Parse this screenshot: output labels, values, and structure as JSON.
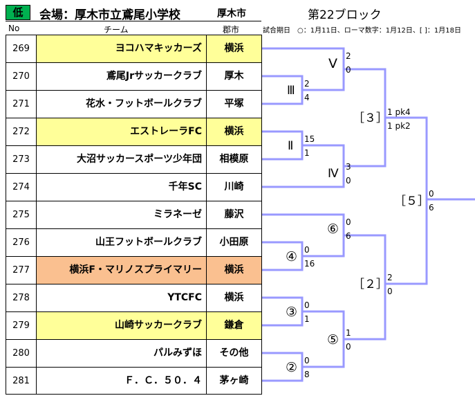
{
  "header": {
    "badge": "低",
    "venue": "会場：厚木市立鳶尾小学校",
    "venue_city": "厚木市",
    "block": "第22ブロック",
    "legend": "試合期日　○：1月11日、ローマ数字：1月12日、[ ]：1月18日"
  },
  "columns": {
    "no": "No",
    "team": "チーム",
    "city": "郡市"
  },
  "teams": [
    {
      "no": "269",
      "name": "ヨコハマキッカーズ",
      "city": "横浜",
      "highlight": "yellow"
    },
    {
      "no": "270",
      "name": "鳶尾Jrサッカークラブ",
      "city": "厚木",
      "highlight": "none"
    },
    {
      "no": "271",
      "name": "花水・フットボールクラブ",
      "city": "平塚",
      "highlight": "none"
    },
    {
      "no": "272",
      "name": "エストレーラFC",
      "city": "横浜",
      "highlight": "yellow"
    },
    {
      "no": "273",
      "name": "大沼サッカースポーツ少年団",
      "city": "相模原",
      "highlight": "none"
    },
    {
      "no": "274",
      "name": "千年SC",
      "city": "川崎",
      "highlight": "none"
    },
    {
      "no": "275",
      "name": "ミラネーゼ",
      "city": "藤沢",
      "highlight": "none"
    },
    {
      "no": "276",
      "name": "山王フットボールクラブ",
      "city": "小田原",
      "highlight": "none"
    },
    {
      "no": "277",
      "name": "横浜F・マリノスプライマリー",
      "city": "横浜",
      "highlight": "orange"
    },
    {
      "no": "278",
      "name": "YTCFC",
      "city": "横浜",
      "highlight": "none"
    },
    {
      "no": "279",
      "name": "山崎サッカークラブ",
      "city": "鎌倉",
      "highlight": "yellow"
    },
    {
      "no": "280",
      "name": "パルみずほ",
      "city": "その他",
      "highlight": "none"
    },
    {
      "no": "281",
      "name": "Ｆ．Ｃ．５０．４",
      "city": "茅ヶ崎",
      "highlight": "none"
    }
  ],
  "matches": {
    "m1": {
      "label": "Ⅲ",
      "top": "2",
      "bottom": "4"
    },
    "m2": {
      "label": "Ⅴ",
      "top": "2",
      "bottom": "0"
    },
    "m3": {
      "label": "Ⅱ",
      "top": "15",
      "bottom": "1"
    },
    "m4": {
      "label": "Ⅳ",
      "top": "3",
      "bottom": "0"
    },
    "m5": {
      "label": "［３］",
      "top": "1 pk4",
      "bottom": "1 pk2"
    },
    "m6": {
      "label": "④",
      "top": "0",
      "bottom": "16"
    },
    "m7": {
      "label": "⑥",
      "top": "0",
      "bottom": "6"
    },
    "m8": {
      "label": "③",
      "top": "0",
      "bottom": "1"
    },
    "m9": {
      "label": "②",
      "top": "0",
      "bottom": "8"
    },
    "m10": {
      "label": "⑤",
      "top": "1",
      "bottom": "0"
    },
    "m11": {
      "label": "［２］",
      "top": "2",
      "bottom": "0"
    },
    "m12": {
      "label": "［５］",
      "top": "0",
      "bottom": "6"
    }
  },
  "colors": {
    "bracket_line": "#9999ff",
    "badge": "#00b050",
    "yellow": "#ffff99",
    "orange": "#fac090"
  }
}
